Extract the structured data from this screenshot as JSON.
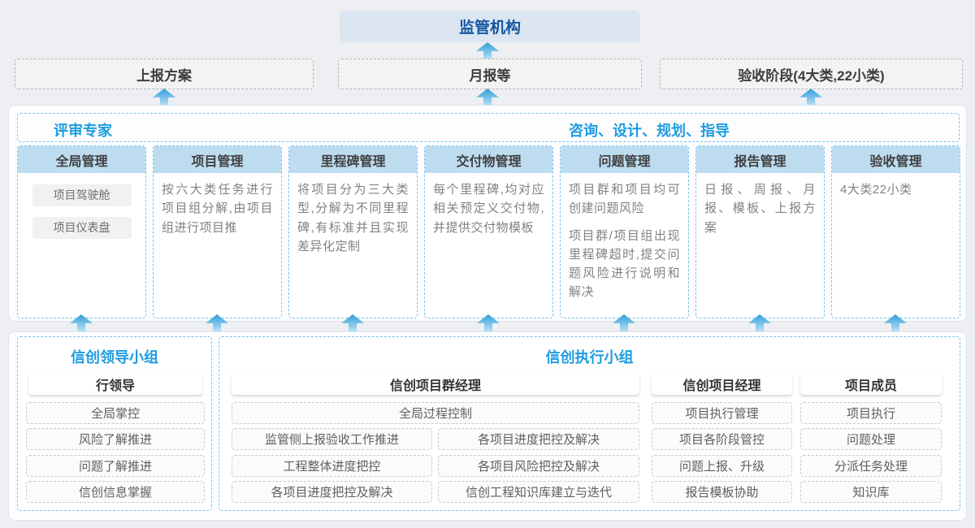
{
  "colors": {
    "accent_blue": "#1e9ce0",
    "regulator_text_blue": "#15569f",
    "regulator_fill": "#dce6f2",
    "column_header_fill": "#bedcf0",
    "dashed_border_blue": "#79c4ec",
    "arrow_blue": "#2f9ed9",
    "body_gray": "#828282"
  },
  "top": {
    "regulator": "监管机构"
  },
  "report_row": {
    "plan": "上报方案",
    "monthly": "月报等",
    "acceptance": "验收阶段(4大类,22小类)"
  },
  "middle": {
    "left_title": "评审专家",
    "right_title": "咨询、设计、规划、指导",
    "columns": [
      {
        "header": "全局管理",
        "pills": [
          "项目驾驶舱",
          "项目仪表盘"
        ]
      },
      {
        "header": "项目管理",
        "body": "按六大类任务进行项目组分解,由项目组进行项目推"
      },
      {
        "header": "里程碑管理",
        "body": "将项目分为三大类型,分解为不同里程碑,有标准并且实现差异化定制"
      },
      {
        "header": "交付物管理",
        "body": "每个里程碑,均对应相关预定义交付物,并提供交付物模板"
      },
      {
        "header": "问题管理",
        "paragraphs": [
          "项目群和项目均可创建问题风险",
          "项目群/项目组出现里程碑超时,提交问题风险进行说明和解决"
        ]
      },
      {
        "header": "报告管理",
        "body": "日报、周报、月报、模板、上报方案"
      },
      {
        "header": "验收管理",
        "body": "4大类22小类"
      }
    ]
  },
  "bottom": {
    "leader_group": {
      "title": "信创领导小组",
      "role": "行领导",
      "items": [
        "全局掌控",
        "风险了解推进",
        "问题了解推进",
        "信创信息掌握"
      ]
    },
    "exec_group": {
      "title": "信创执行小组",
      "pgm_manager": {
        "role": "信创项目群经理",
        "full_item": "全局过程控制",
        "left_items": [
          "监管侧上报验收工作推进",
          "工程整体进度把控",
          "各项目进度把控及解决"
        ],
        "right_items": [
          "各项目进度把控及解决",
          "各项目风险把控及解决",
          "信创工程知识库建立与迭代"
        ]
      },
      "project_manager": {
        "role": "信创项目经理",
        "items": [
          "项目执行管理",
          "项目各阶段管控",
          "问题上报、升级",
          "报告模板协助"
        ]
      },
      "member": {
        "role": "项目成员",
        "items": [
          "项目执行",
          "问题处理",
          "分派任务处理",
          "知识库"
        ]
      }
    }
  }
}
